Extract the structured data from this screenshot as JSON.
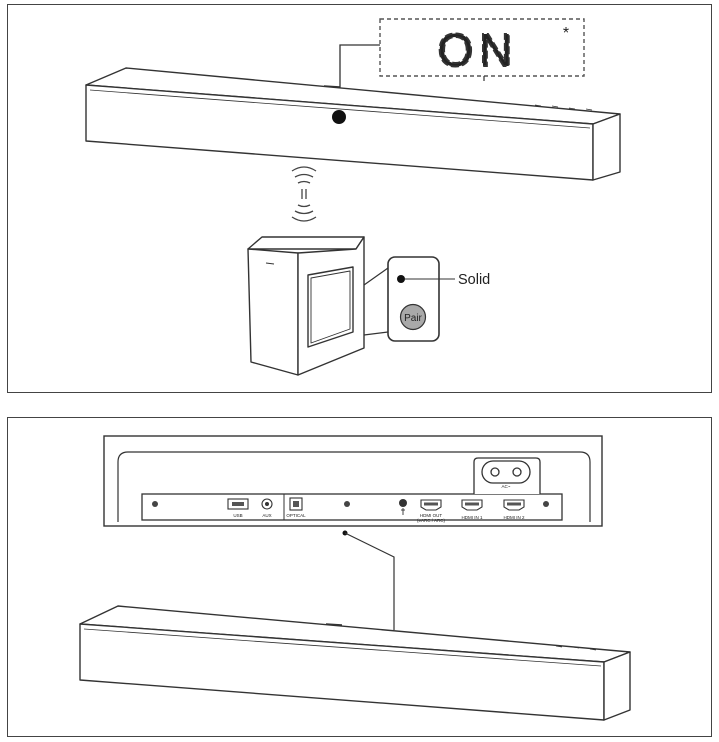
{
  "top_panel": {
    "display_text": "ON",
    "display_indicator": "*",
    "led_label": "Solid",
    "pair_button_label": "Pair"
  },
  "bottom_panel": {
    "ports": {
      "usb": "USB",
      "aux": "AUX",
      "optical": "OPTICAL",
      "hdmi_out_line1": "HDMI OUT",
      "hdmi_out_line2": "(eARC / ARC)",
      "hdmi_in1": "HDMI IN 1",
      "hdmi_in2": "HDMI IN 2",
      "ac": "AC~"
    }
  },
  "colors": {
    "line": "#333333",
    "led": "#111111",
    "button": "#a9a9a9"
  },
  "icons": [
    "wireless-waves-icon",
    "pair-button-icon",
    "usb-port-icon",
    "ac-socket-icon"
  ]
}
